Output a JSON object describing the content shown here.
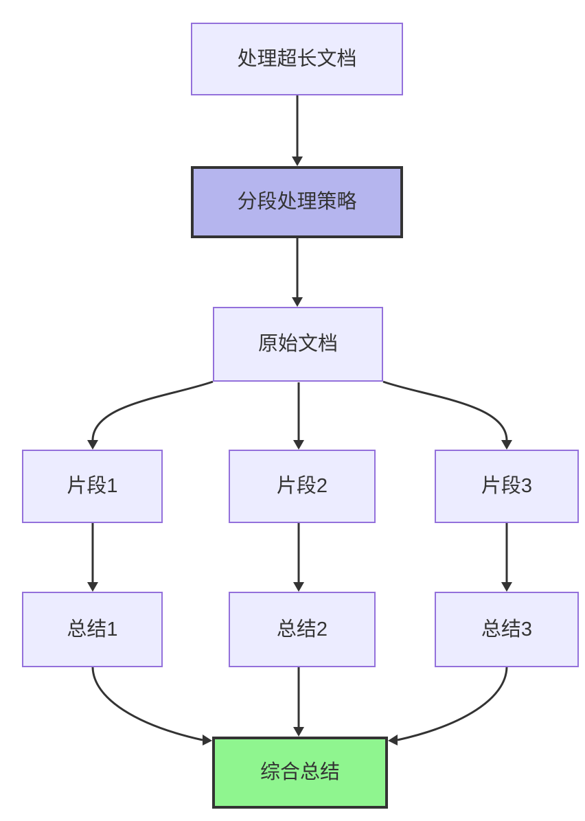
{
  "diagram": {
    "type": "flowchart",
    "direction": "top-down",
    "nodes": [
      {
        "id": "task",
        "label": "处理超长文档",
        "style": "default"
      },
      {
        "id": "strategy",
        "label": "分段处理策略",
        "style": "accent"
      },
      {
        "id": "original-doc",
        "label": "原始文档",
        "style": "default"
      },
      {
        "id": "fragment-1",
        "label": "片段1",
        "style": "default"
      },
      {
        "id": "fragment-2",
        "label": "片段2",
        "style": "default"
      },
      {
        "id": "fragment-3",
        "label": "片段3",
        "style": "default"
      },
      {
        "id": "summary-1",
        "label": "总结1",
        "style": "default"
      },
      {
        "id": "summary-2",
        "label": "总结2",
        "style": "default"
      },
      {
        "id": "summary-3",
        "label": "总结3",
        "style": "default"
      },
      {
        "id": "final-summary",
        "label": "综合总结",
        "style": "success"
      }
    ],
    "edges": [
      {
        "from": "task",
        "to": "strategy"
      },
      {
        "from": "strategy",
        "to": "original-doc"
      },
      {
        "from": "original-doc",
        "to": "fragment-1"
      },
      {
        "from": "original-doc",
        "to": "fragment-2"
      },
      {
        "from": "original-doc",
        "to": "fragment-3"
      },
      {
        "from": "fragment-1",
        "to": "summary-1"
      },
      {
        "from": "fragment-2",
        "to": "summary-2"
      },
      {
        "from": "fragment-3",
        "to": "summary-3"
      },
      {
        "from": "summary-1",
        "to": "final-summary"
      },
      {
        "from": "summary-2",
        "to": "final-summary"
      },
      {
        "from": "summary-3",
        "to": "final-summary"
      }
    ],
    "colors": {
      "node_fill": "#ECECFF",
      "node_border": "#9370DB",
      "accent_fill": "#B5B5EE",
      "accent_border": "#333333",
      "success_fill": "#8FF58F",
      "success_border": "#333333",
      "edge": "#333333",
      "text": "#333333"
    }
  }
}
